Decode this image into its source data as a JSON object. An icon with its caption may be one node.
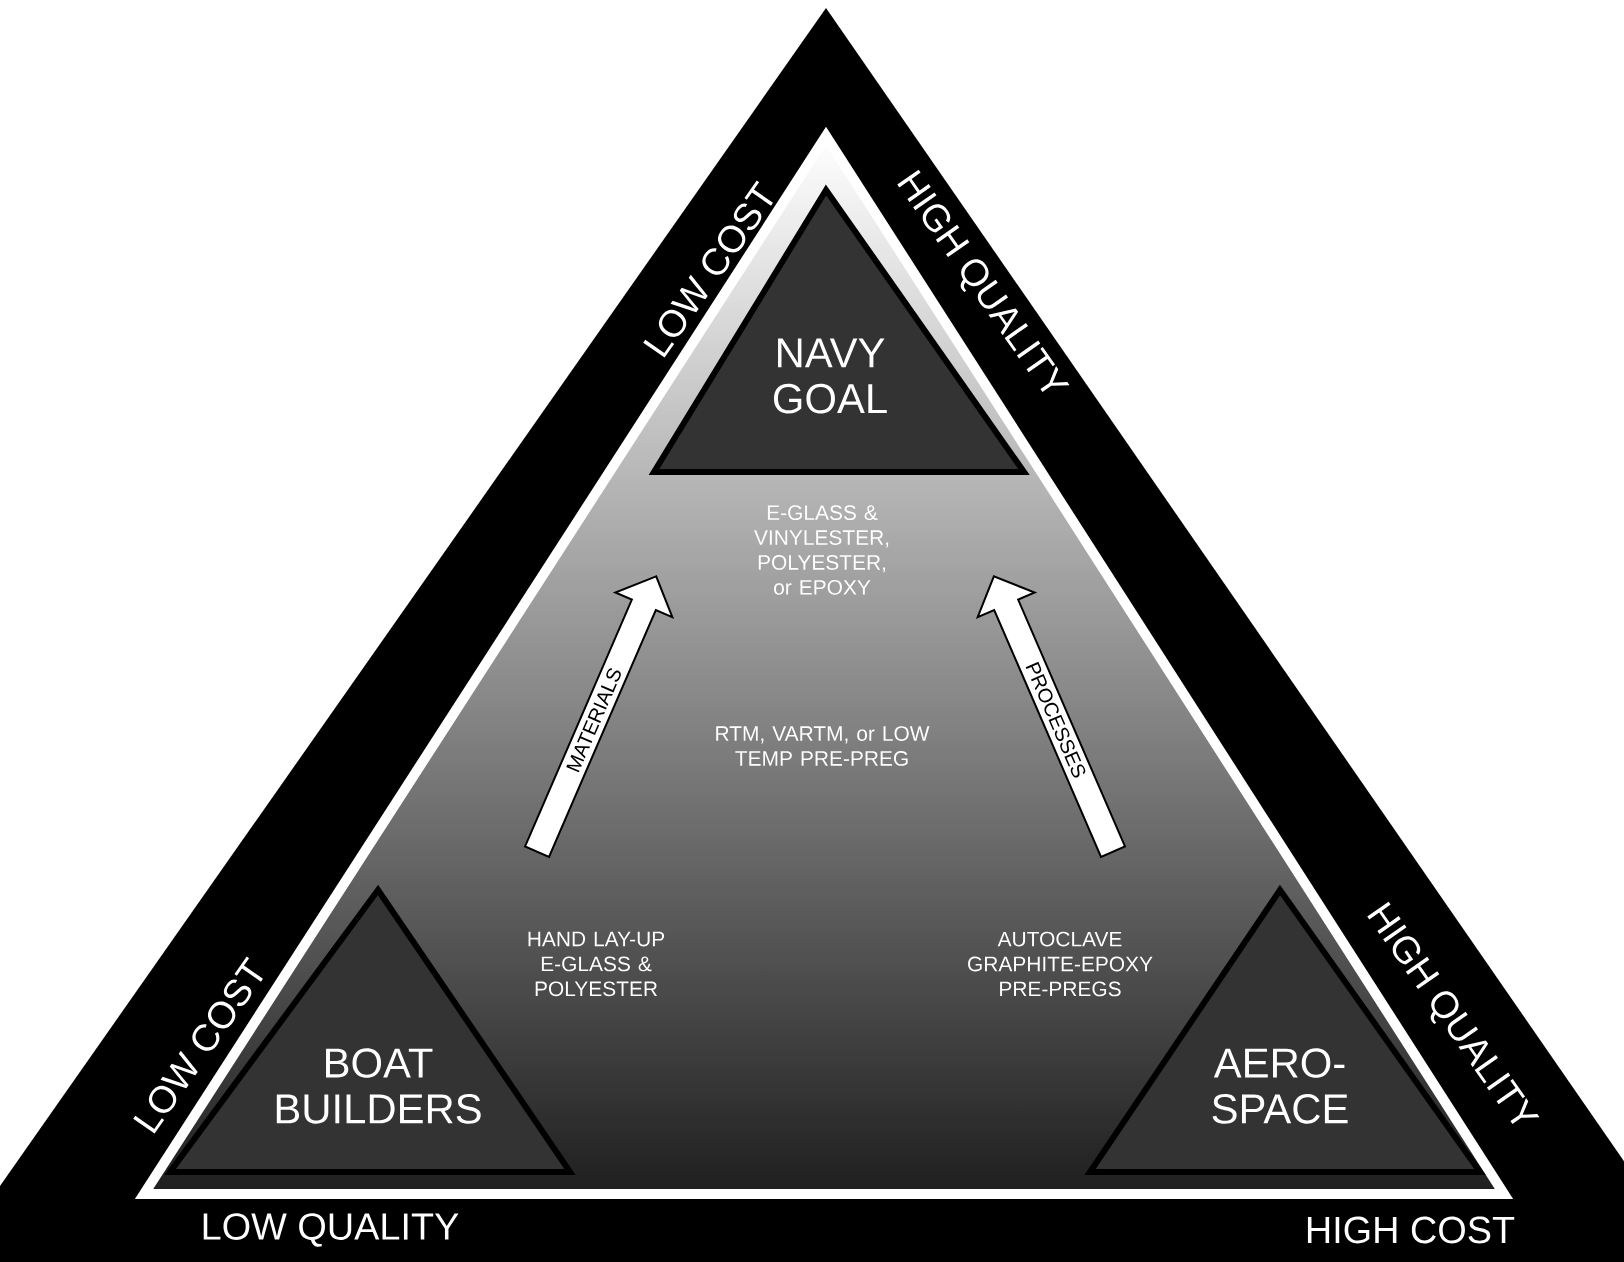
{
  "diagram": {
    "nodes": [
      {
        "text": [
          "NAVY GOAL"
        ]
      },
      {
        "text": [
          "BOAT BUILDERS"
        ]
      },
      {
        "text": [
          "AERO-SPACE"
        ]
      }
    ],
    "labels": [
      "LOW COST",
      "HIGH QUALITY",
      "E-GLASS & VINYLESTER, POLYESTER, or EPOXY",
      "MATERIALS",
      "PROCESSES",
      "RTM, VARTM, or LOW TEMP PRE-PREG",
      "LOW COST",
      "HAND LAY-UP E-GLASS & POLYESTER",
      "AUTOCLAVE GRAPHITE-EPOXY PRE-PREGS",
      "HIGH QUALITY",
      "LOW QUALITY",
      "HIGH COST"
    ]
  }
}
